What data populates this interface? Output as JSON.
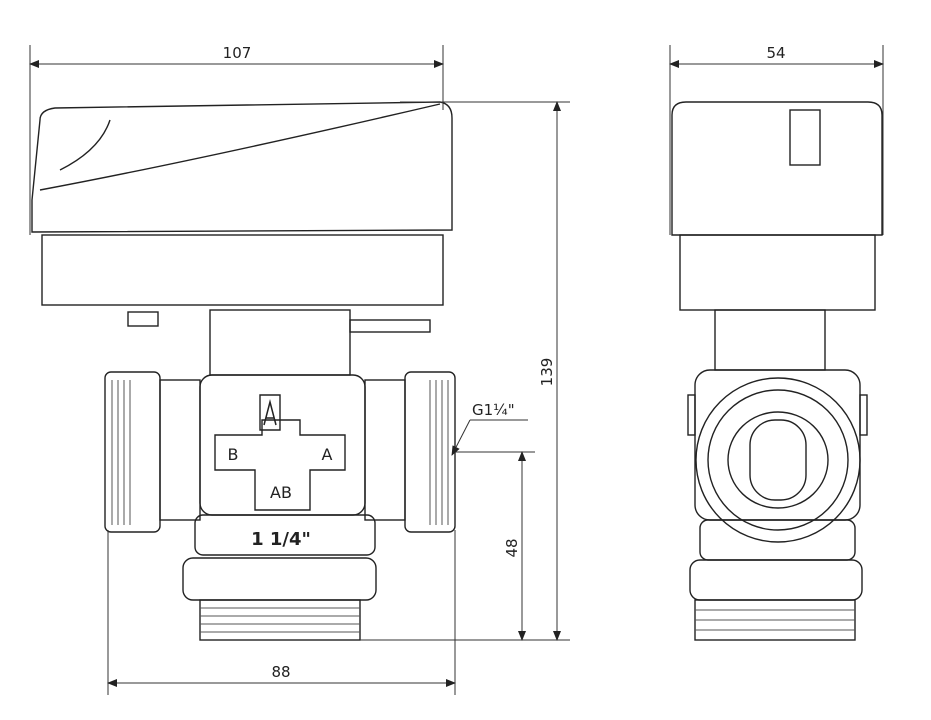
{
  "dimensions": {
    "width_front": "107",
    "width_side": "54",
    "height_total": "139",
    "height_axis": "48",
    "width_body": "88",
    "thread": "G1¼\""
  },
  "valve_markings": {
    "port_b": "B",
    "port_a": "A",
    "port_ab": "AB",
    "size": "1 1/4\""
  }
}
